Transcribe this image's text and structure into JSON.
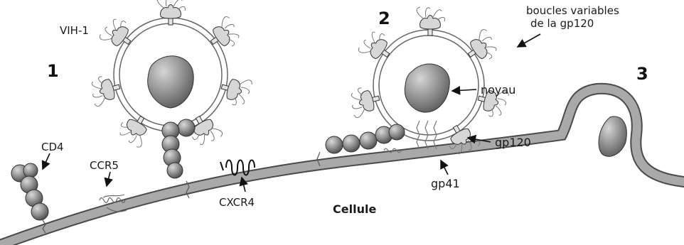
{
  "diagram": {
    "step_numbers": [
      "1",
      "2",
      "3"
    ],
    "labels": {
      "virus": "VIH-1",
      "variable_loops_line1": "boucles variables",
      "variable_loops_line2": "de la gp120",
      "nucleus": "noyau",
      "gp120": "gp120",
      "gp41": "gp41",
      "cd4": "CD4",
      "ccr5": "CCR5",
      "cxcr4": "CXCR4",
      "cell": "Cellule"
    }
  }
}
